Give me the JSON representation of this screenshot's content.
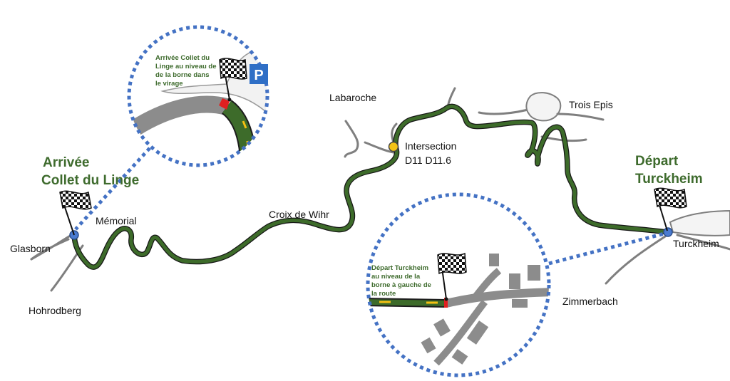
{
  "colors": {
    "route": "#3d6b2a",
    "route_outline": "#161616",
    "dotted_circle": "#4472c4",
    "label_green": "#3e6b2d",
    "side_road": "#7f7f7f",
    "building": "#8c8c8c",
    "intersection_marker": "#f3c316",
    "start_finish_marker": "#4a7bd0",
    "line_marker": "#e02020",
    "direction_arrow": "#f4c012",
    "parking": "#2f6fc6"
  },
  "labels": {
    "finish_line1": "Arrivée",
    "finish_line2": "Collet du Linge",
    "start_line1": "Départ",
    "start_line2": "Turckheim"
  },
  "places": {
    "labaroche": "Labaroche",
    "trois_epis": "Trois Epis",
    "intersection_line1": "Intersection",
    "intersection_line2": "D11 D11.6",
    "croix_de_wihr": "Croix de Wihr",
    "memorial": "Mémorial",
    "glasborn": "Glasborn",
    "hohrodberg": "Hohrodberg",
    "turckheim": "Turckheim",
    "zimmerbach": "Zimmerbach"
  },
  "finish_inset": {
    "note": [
      "Arrivée Collet du",
      "Linge au niveau de",
      "de la borne dans",
      "le virage"
    ],
    "parking_letter": "P"
  },
  "start_inset": {
    "note": [
      "Départ  Turckheim",
      "au niveau de la",
      "borne à gauche de",
      "la route"
    ]
  },
  "icons": {
    "flag": "checkered-flag-icon",
    "parking": "parking-sign-icon"
  }
}
